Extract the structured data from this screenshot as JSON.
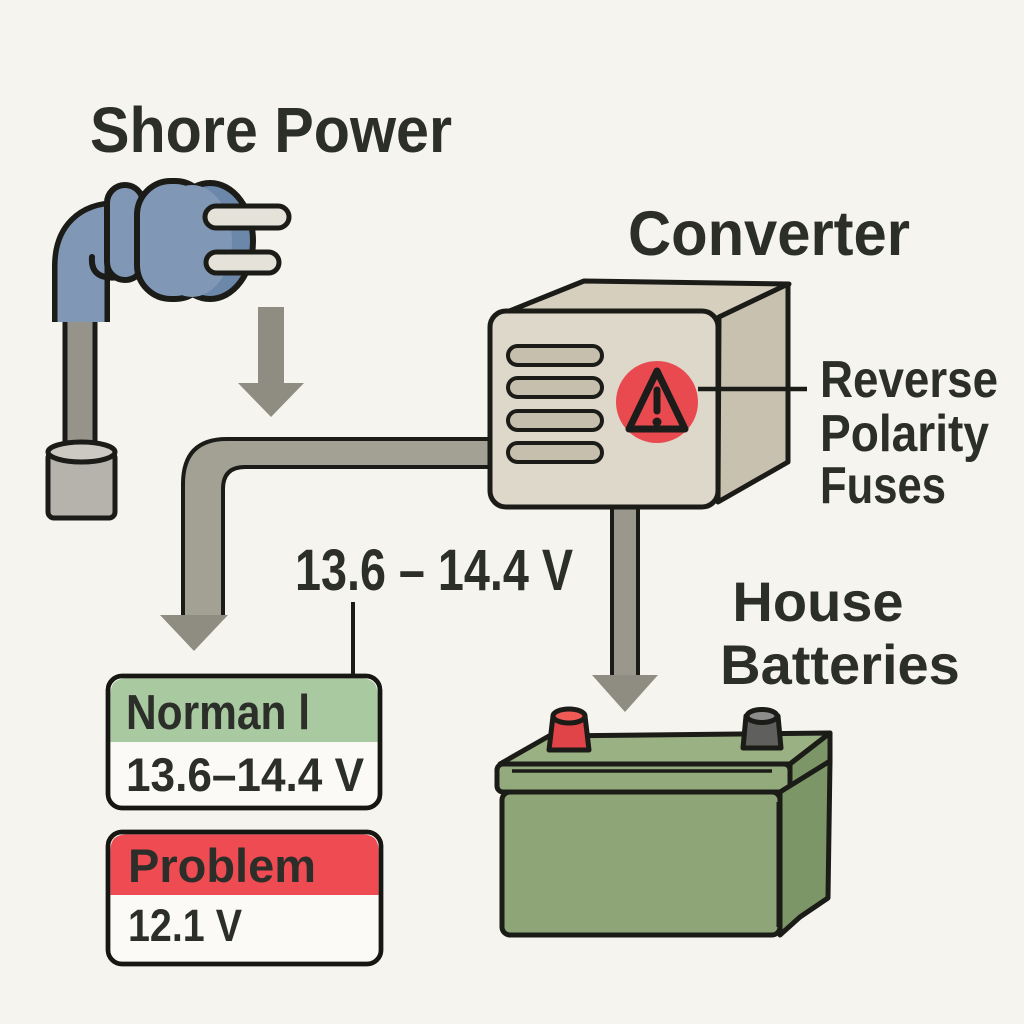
{
  "labels": {
    "shore_power": "Shore Power",
    "converter": "Converter",
    "reverse_polarity_fuses_lines": [
      "Reverse",
      "Polarity",
      "Fuses"
    ],
    "converter_output_voltage": "13.6 – 14.4 V",
    "house_batteries_lines": [
      "House",
      "Batteries"
    ]
  },
  "status_boxes": {
    "normal": {
      "title": "Norman l",
      "value": "13.6–14.4 V",
      "header_color": "#a9c9a1"
    },
    "problem": {
      "title": "Problem",
      "value": "12.1 V",
      "header_color": "#ee4b52"
    }
  },
  "icons": {
    "warning_icon": {
      "badge_color": "#e84a4f"
    },
    "plug_icon": {
      "color": "#8097b6"
    },
    "battery_icon": {
      "color": "#8da577"
    },
    "converter_icon": {
      "color": "#ddd8ca"
    }
  },
  "colors": {
    "background": "#f5f4ef",
    "text": "#2c2e29",
    "outline": "#1b1b17",
    "wire_gray": "#a3a094",
    "arrow_gray": "#8f8d82"
  }
}
